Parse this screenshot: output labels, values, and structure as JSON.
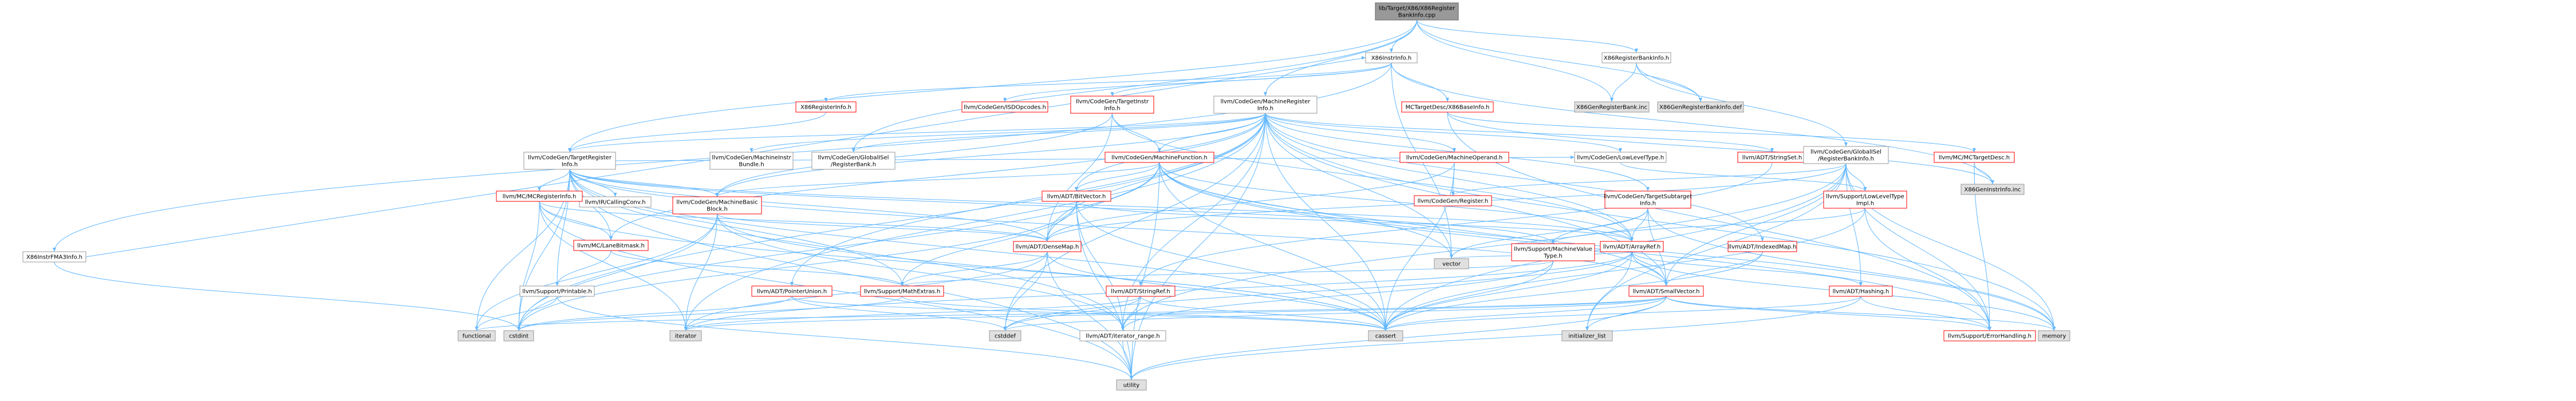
{
  "colors": {
    "root_fill": "#999999",
    "plain_fill": "#ffffff",
    "plain_stroke": "#999999",
    "red_stroke": "#ff0000",
    "gray_fill": "#e0e0e0",
    "edge": "#63b8ff"
  },
  "nodes": [
    {
      "id": "root",
      "lines": [
        "lib/Target/X86/X86Register",
        "BankInfo.cpp"
      ],
      "kind": "root"
    },
    {
      "id": "x86instrinfo",
      "lines": [
        "X86InstrInfo.h"
      ],
      "kind": "plain"
    },
    {
      "id": "x86registerbankinfo_h",
      "lines": [
        "X86RegisterBankInfo.h"
      ],
      "kind": "plain"
    },
    {
      "id": "x86genregisterbank_inc",
      "lines": [
        "X86GenRegisterBank.inc"
      ],
      "kind": "gray"
    },
    {
      "id": "x86genregisterbankinfo_def",
      "lines": [
        "X86GenRegisterBankInfo.def"
      ],
      "kind": "gray"
    },
    {
      "id": "x86registerinfo",
      "lines": [
        "X86RegisterInfo.h"
      ],
      "kind": "red"
    },
    {
      "id": "isdopcodes",
      "lines": [
        "llvm/CodeGen/ISDOpcodes.h"
      ],
      "kind": "red"
    },
    {
      "id": "targetinstrinfo",
      "lines": [
        "llvm/CodeGen/TargetInstr",
        "Info.h"
      ],
      "kind": "red"
    },
    {
      "id": "machineregisterinfo",
      "lines": [
        "llvm/CodeGen/MachineRegister",
        "Info.h"
      ],
      "kind": "plain"
    },
    {
      "id": "x86baseinfo",
      "lines": [
        "MCTargetDesc/X86BaseInfo.h"
      ],
      "kind": "red"
    },
    {
      "id": "x86instrfma3info",
      "lines": [
        "X86InstrFMA3Info.h"
      ],
      "kind": "plain"
    },
    {
      "id": "targetregisterinfo",
      "lines": [
        "llvm/CodeGen/TargetRegister",
        "Info.h"
      ],
      "kind": "plain"
    },
    {
      "id": "machineinstrbundle",
      "lines": [
        "llvm/CodeGen/MachineInstr",
        "Bundle.h"
      ],
      "kind": "plain"
    },
    {
      "id": "globalisel_registerbank",
      "lines": [
        "llvm/CodeGen/GlobalISel",
        "/RegisterBank.h"
      ],
      "kind": "plain"
    },
    {
      "id": "machinefunction",
      "lines": [
        "llvm/CodeGen/MachineFunction.h"
      ],
      "kind": "red"
    },
    {
      "id": "machineoperand",
      "lines": [
        "llvm/CodeGen/MachineOperand.h"
      ],
      "kind": "red"
    },
    {
      "id": "lowleveltype",
      "lines": [
        "llvm/CodeGen/LowLevelType.h"
      ],
      "kind": "plain"
    },
    {
      "id": "stringset",
      "lines": [
        "llvm/ADT/StringSet.h"
      ],
      "kind": "red"
    },
    {
      "id": "globalisel_registerbankinfo",
      "lines": [
        "llvm/CodeGen/GlobalISel",
        "/RegisterBankInfo.h"
      ],
      "kind": "plain"
    },
    {
      "id": "mctargetdesc",
      "lines": [
        "llvm/MC/MCTargetDesc.h"
      ],
      "kind": "red"
    },
    {
      "id": "x86geninstrinfo_inc",
      "lines": [
        "X86GenInstrInfo.inc"
      ],
      "kind": "gray"
    },
    {
      "id": "callingconv",
      "lines": [
        "llvm/IR/CallingConv.h"
      ],
      "kind": "plain"
    },
    {
      "id": "mcregisterinfo",
      "lines": [
        "llvm/MC/MCRegisterInfo.h"
      ],
      "kind": "red"
    },
    {
      "id": "machinebasicblock",
      "lines": [
        "llvm/CodeGen/MachineBasic",
        "Block.h"
      ],
      "kind": "red"
    },
    {
      "id": "bitvector",
      "lines": [
        "llvm/ADT/BitVector.h"
      ],
      "kind": "red"
    },
    {
      "id": "codegen_register",
      "lines": [
        "llvm/CodeGen/Register.h"
      ],
      "kind": "red"
    },
    {
      "id": "targetsubtargetinfo",
      "lines": [
        "llvm/CodeGen/TargetSubtarget",
        "Info.h"
      ],
      "kind": "red"
    },
    {
      "id": "lowleveltypeimpl",
      "lines": [
        "llvm/Support/LowLevelType",
        "Impl.h"
      ],
      "kind": "red"
    },
    {
      "id": "lanebitmask",
      "lines": [
        "llvm/MC/LaneBitmask.h"
      ],
      "kind": "red"
    },
    {
      "id": "densemap",
      "lines": [
        "llvm/ADT/DenseMap.h"
      ],
      "kind": "red"
    },
    {
      "id": "machinevaluetype",
      "lines": [
        "llvm/Support/MachineValue",
        "Type.h"
      ],
      "kind": "red"
    },
    {
      "id": "arrayref",
      "lines": [
        "llvm/ADT/ArrayRef.h"
      ],
      "kind": "red"
    },
    {
      "id": "indexedmap",
      "lines": [
        "llvm/ADT/IndexedMap.h"
      ],
      "kind": "red"
    },
    {
      "id": "printable",
      "lines": [
        "llvm/Support/Printable.h"
      ],
      "kind": "plain"
    },
    {
      "id": "pointerunion",
      "lines": [
        "llvm/ADT/PointerUnion.h"
      ],
      "kind": "red"
    },
    {
      "id": "mathextras",
      "lines": [
        "llvm/Support/MathExtras.h"
      ],
      "kind": "red"
    },
    {
      "id": "stringref",
      "lines": [
        "llvm/ADT/StringRef.h"
      ],
      "kind": "red"
    },
    {
      "id": "smallvector",
      "lines": [
        "llvm/ADT/SmallVector.h"
      ],
      "kind": "red"
    },
    {
      "id": "hashing",
      "lines": [
        "llvm/ADT/Hashing.h"
      ],
      "kind": "red"
    },
    {
      "id": "vector",
      "lines": [
        "vector"
      ],
      "kind": "gray"
    },
    {
      "id": "functional",
      "lines": [
        "functional"
      ],
      "kind": "gray"
    },
    {
      "id": "cstdint",
      "lines": [
        "cstdint"
      ],
      "kind": "gray"
    },
    {
      "id": "iterator",
      "lines": [
        "iterator"
      ],
      "kind": "gray"
    },
    {
      "id": "cstddef",
      "lines": [
        "cstddef"
      ],
      "kind": "gray"
    },
    {
      "id": "iterator_range",
      "lines": [
        "llvm/ADT/iterator_range.h"
      ],
      "kind": "plain"
    },
    {
      "id": "cassert",
      "lines": [
        "cassert"
      ],
      "kind": "gray"
    },
    {
      "id": "initializer_list",
      "lines": [
        "initializer_list"
      ],
      "kind": "gray"
    },
    {
      "id": "errorhandling",
      "lines": [
        "llvm/Support/ErrorHandling.h"
      ],
      "kind": "red"
    },
    {
      "id": "memory",
      "lines": [
        "memory"
      ],
      "kind": "gray"
    },
    {
      "id": "utility",
      "lines": [
        "utility"
      ],
      "kind": "gray"
    }
  ],
  "edges": [
    [
      "root",
      "x86instrinfo"
    ],
    [
      "root",
      "x86registerbankinfo_h"
    ],
    [
      "root",
      "x86genregisterbank_inc"
    ],
    [
      "root",
      "x86genregisterbankinfo_def"
    ],
    [
      "root",
      "machineregisterinfo"
    ],
    [
      "root",
      "targetregisterinfo"
    ],
    [
      "root",
      "globalisel_registerbank"
    ],
    [
      "x86instrinfo",
      "x86registerinfo"
    ],
    [
      "x86instrinfo",
      "isdopcodes"
    ],
    [
      "x86instrinfo",
      "targetinstrinfo"
    ],
    [
      "x86instrinfo",
      "x86baseinfo"
    ],
    [
      "x86instrinfo",
      "x86instrfma3info"
    ],
    [
      "x86instrinfo",
      "x86geninstrinfo_inc"
    ],
    [
      "x86instrinfo",
      "vector"
    ],
    [
      "x86registerbankinfo_h",
      "x86genregisterbank_inc"
    ],
    [
      "x86registerbankinfo_h",
      "x86genregisterbankinfo_def"
    ],
    [
      "x86registerbankinfo_h",
      "globalisel_registerbankinfo"
    ],
    [
      "x86registerinfo",
      "targetregisterinfo"
    ],
    [
      "targetinstrinfo",
      "machinefunction"
    ],
    [
      "targetinstrinfo",
      "machinebasicblock"
    ],
    [
      "targetinstrinfo",
      "arrayref"
    ],
    [
      "targetinstrinfo",
      "densemap"
    ],
    [
      "machineregisterinfo",
      "targetregisterinfo"
    ],
    [
      "machineregisterinfo",
      "machineinstrbundle"
    ],
    [
      "machineregisterinfo",
      "globalisel_registerbank"
    ],
    [
      "machineregisterinfo",
      "machinefunction"
    ],
    [
      "machineregisterinfo",
      "machineoperand"
    ],
    [
      "machineregisterinfo",
      "lowleveltype"
    ],
    [
      "machineregisterinfo",
      "stringset"
    ],
    [
      "machineregisterinfo",
      "bitvector"
    ],
    [
      "machineregisterinfo",
      "indexedmap"
    ],
    [
      "machineregisterinfo",
      "arrayref"
    ],
    [
      "machineregisterinfo",
      "densemap"
    ],
    [
      "machineregisterinfo",
      "smallvector"
    ],
    [
      "machineregisterinfo",
      "iterator_range"
    ],
    [
      "machineregisterinfo",
      "lanebitmask"
    ],
    [
      "machineregisterinfo",
      "machinebasicblock"
    ],
    [
      "machineregisterinfo",
      "targetsubtargetinfo"
    ],
    [
      "machineregisterinfo",
      "cassert"
    ],
    [
      "machineregisterinfo",
      "cstddef"
    ],
    [
      "machineregisterinfo",
      "cstdint"
    ],
    [
      "machineregisterinfo",
      "iterator"
    ],
    [
      "machineregisterinfo",
      "memory"
    ],
    [
      "machineregisterinfo",
      "utility"
    ],
    [
      "machineregisterinfo",
      "vector"
    ],
    [
      "machineregisterinfo",
      "pointerunion"
    ],
    [
      "x86baseinfo",
      "mctargetdesc"
    ],
    [
      "x86baseinfo",
      "x86geninstrinfo_inc"
    ],
    [
      "x86baseinfo",
      "errorhandling"
    ],
    [
      "x86instrfma3info",
      "x86instrinfo"
    ],
    [
      "x86instrfma3info",
      "cstdint"
    ],
    [
      "targetregisterinfo",
      "callingconv"
    ],
    [
      "targetregisterinfo",
      "mcregisterinfo"
    ],
    [
      "targetregisterinfo",
      "machinebasicblock"
    ],
    [
      "targetregisterinfo",
      "lanebitmask"
    ],
    [
      "targetregisterinfo",
      "densemap"
    ],
    [
      "targetregisterinfo",
      "arrayref"
    ],
    [
      "targetregisterinfo",
      "smallvector"
    ],
    [
      "targetregisterinfo",
      "iterator_range"
    ],
    [
      "targetregisterinfo",
      "printable"
    ],
    [
      "targetregisterinfo",
      "mathextras"
    ],
    [
      "targetregisterinfo",
      "lowleveltype"
    ],
    [
      "targetregisterinfo",
      "machinevaluetype"
    ],
    [
      "targetregisterinfo",
      "cassert"
    ],
    [
      "targetregisterinfo",
      "cstdint"
    ],
    [
      "targetregisterinfo",
      "functional"
    ],
    [
      "targetregisterinfo",
      "utility"
    ],
    [
      "machinefunction",
      "bitvector"
    ],
    [
      "machinefunction",
      "arrayref"
    ],
    [
      "machinefunction",
      "densemap"
    ],
    [
      "machinefunction",
      "smallvector"
    ],
    [
      "machinefunction",
      "machinebasicblock"
    ],
    [
      "machinefunction",
      "cassert"
    ],
    [
      "machinefunction",
      "cstdint"
    ],
    [
      "machinefunction",
      "memory"
    ],
    [
      "machinefunction",
      "utility"
    ],
    [
      "machinefunction",
      "vector"
    ],
    [
      "machinefunction",
      "errorhandling"
    ],
    [
      "machineoperand",
      "codegen_register"
    ],
    [
      "machineoperand",
      "densemap"
    ],
    [
      "machineoperand",
      "cassert"
    ],
    [
      "lowleveltype",
      "lowleveltypeimpl"
    ],
    [
      "globalisel_registerbankinfo",
      "codegen_register"
    ],
    [
      "globalisel_registerbankinfo",
      "lowleveltypeimpl"
    ],
    [
      "globalisel_registerbankinfo",
      "densemap"
    ],
    [
      "globalisel_registerbankinfo",
      "smallvector"
    ],
    [
      "globalisel_registerbankinfo",
      "hashing"
    ],
    [
      "globalisel_registerbankinfo",
      "iterator_range"
    ],
    [
      "globalisel_registerbankinfo",
      "errorhandling"
    ],
    [
      "globalisel_registerbankinfo",
      "cassert"
    ],
    [
      "globalisel_registerbankinfo",
      "initializer_list"
    ],
    [
      "globalisel_registerbankinfo",
      "memory"
    ],
    [
      "mctargetdesc",
      "x86geninstrinfo_inc"
    ],
    [
      "mctargetdesc",
      "errorhandling"
    ],
    [
      "mcregisterinfo",
      "lanebitmask"
    ],
    [
      "mcregisterinfo",
      "densemap"
    ],
    [
      "mcregisterinfo",
      "iterator"
    ],
    [
      "mcregisterinfo",
      "cassert"
    ],
    [
      "mcregisterinfo",
      "cstdint"
    ],
    [
      "mcregisterinfo",
      "utility"
    ],
    [
      "machinebasicblock",
      "densemap"
    ],
    [
      "machinebasicblock",
      "iterator_range"
    ],
    [
      "machinebasicblock",
      "cassert"
    ],
    [
      "machinebasicblock",
      "cstdint"
    ],
    [
      "machinebasicblock",
      "functional"
    ],
    [
      "machinebasicblock",
      "iterator"
    ],
    [
      "bitvector",
      "arrayref"
    ],
    [
      "bitvector",
      "iterator_range"
    ],
    [
      "bitvector",
      "mathextras"
    ],
    [
      "bitvector",
      "cassert"
    ],
    [
      "bitvector",
      "utility"
    ],
    [
      "bitvector",
      "cstdint"
    ],
    [
      "targetsubtargetinfo",
      "arrayref"
    ],
    [
      "targetsubtargetinfo",
      "smallvector"
    ],
    [
      "targetsubtargetinfo",
      "machinevaluetype"
    ],
    [
      "targetsubtargetinfo",
      "memory"
    ],
    [
      "targetsubtargetinfo",
      "vector"
    ],
    [
      "lowleveltypeimpl",
      "machinevaluetype"
    ],
    [
      "lowleveltypeimpl",
      "cassert"
    ],
    [
      "lowleveltypeimpl",
      "errorhandling"
    ],
    [
      "lanebitmask",
      "printable"
    ],
    [
      "lanebitmask",
      "mathextras"
    ],
    [
      "densemap",
      "mathextras"
    ],
    [
      "densemap",
      "cstddef"
    ],
    [
      "densemap",
      "iterator"
    ],
    [
      "densemap",
      "utility"
    ],
    [
      "densemap",
      "cassert"
    ],
    [
      "machinevaluetype",
      "cassert"
    ],
    [
      "machinevaluetype",
      "iterator_range"
    ],
    [
      "machinevaluetype",
      "mathextras"
    ],
    [
      "arrayref",
      "hashing"
    ],
    [
      "arrayref",
      "smallvector"
    ],
    [
      "arrayref",
      "cassert"
    ],
    [
      "arrayref",
      "cstddef"
    ],
    [
      "arrayref",
      "initializer_list"
    ],
    [
      "arrayref",
      "iterator"
    ],
    [
      "arrayref",
      "memory"
    ],
    [
      "arrayref",
      "vector"
    ],
    [
      "indexedmap",
      "smallvector"
    ],
    [
      "indexedmap",
      "cassert"
    ],
    [
      "printable",
      "functional"
    ],
    [
      "printable",
      "utility"
    ],
    [
      "pointerunion",
      "cassert"
    ],
    [
      "pointerunion",
      "cstddef"
    ],
    [
      "pointerunion",
      "cstdint"
    ],
    [
      "mathextras",
      "cassert"
    ],
    [
      "mathextras",
      "cstdint"
    ],
    [
      "stringref",
      "iterator_range"
    ],
    [
      "stringref",
      "cassert"
    ],
    [
      "stringref",
      "cstddef"
    ],
    [
      "stringref",
      "iterator"
    ],
    [
      "smallvector",
      "cassert"
    ],
    [
      "smallvector",
      "cstddef"
    ],
    [
      "smallvector",
      "functional"
    ],
    [
      "smallvector",
      "initializer_list"
    ],
    [
      "smallvector",
      "iterator"
    ],
    [
      "smallvector",
      "memory"
    ],
    [
      "smallvector",
      "utility"
    ],
    [
      "smallvector",
      "errorhandling"
    ],
    [
      "hashing",
      "errorhandling"
    ],
    [
      "hashing",
      "cassert"
    ],
    [
      "hashing",
      "utility"
    ],
    [
      "iterator_range",
      "utility"
    ],
    [
      "stringset",
      "stringref"
    ]
  ]
}
